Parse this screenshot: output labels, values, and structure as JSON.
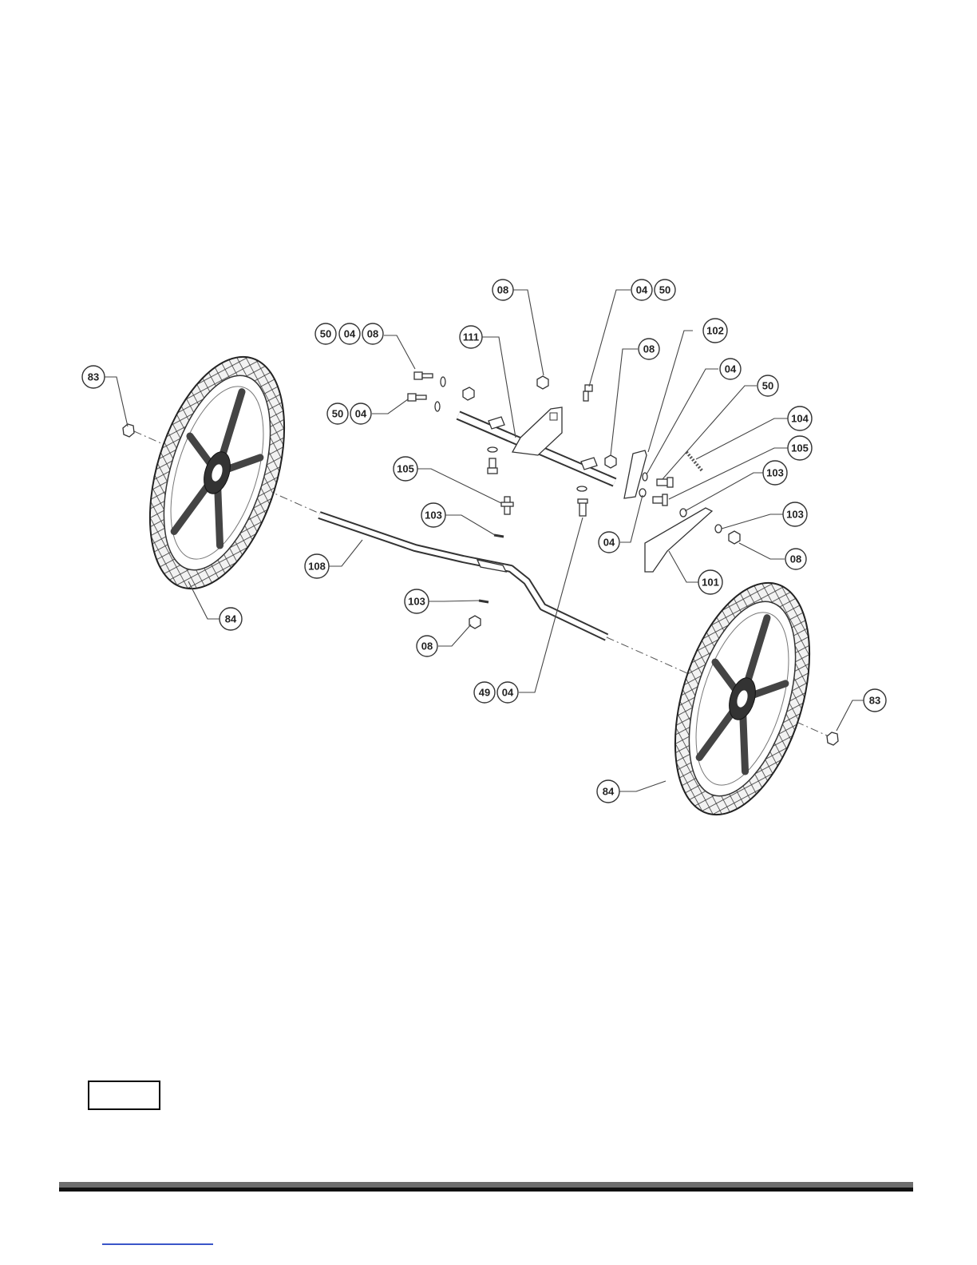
{
  "callouts": [
    {
      "label": "08"
    },
    {
      "label": "04"
    },
    {
      "label": "50"
    },
    {
      "label": "50"
    },
    {
      "label": "04"
    },
    {
      "label": "08"
    },
    {
      "label": "111"
    },
    {
      "label": "08"
    },
    {
      "label": "102"
    },
    {
      "label": "04"
    },
    {
      "label": "50"
    },
    {
      "label": "104"
    },
    {
      "label": "105"
    },
    {
      "label": "103"
    },
    {
      "label": "103"
    },
    {
      "label": "08"
    },
    {
      "label": "101"
    },
    {
      "label": "04"
    },
    {
      "label": "83"
    },
    {
      "label": "50"
    },
    {
      "label": "04"
    },
    {
      "label": "105"
    },
    {
      "label": "103"
    },
    {
      "label": "108"
    },
    {
      "label": "84"
    },
    {
      "label": "103"
    },
    {
      "label": "08"
    },
    {
      "label": "49"
    },
    {
      "label": "04"
    },
    {
      "label": "83"
    },
    {
      "label": "84"
    }
  ],
  "colors": {
    "footer_bar_light": "#6e6e6e",
    "footer_bar_dark": "#111111",
    "footer_link_line": "#3a55c8"
  }
}
